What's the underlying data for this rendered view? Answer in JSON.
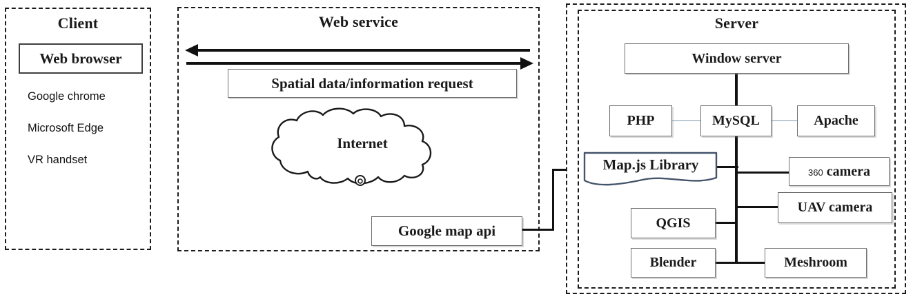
{
  "client": {
    "title": "Client",
    "browser_box": "Web browser",
    "items": [
      "Google chrome",
      "Microsoft Edge",
      "VR handset"
    ]
  },
  "web_service": {
    "title": "Web service",
    "request_box": "Spatial data/information request",
    "cloud_label": "Internet",
    "api_box": "Google map api"
  },
  "server": {
    "title": "Server",
    "window_server": "Window server",
    "php": "PHP",
    "mysql": "MySQL",
    "apache": "Apache",
    "mapjs": "Map.js Library",
    "camera360_prefix": "360",
    "camera360_label": "camera",
    "uav": "UAV camera",
    "qgis": "QGIS",
    "blender": "Blender",
    "meshroom": "Meshroom"
  },
  "colors": {
    "text": "#1a1a1a",
    "panel_border": "#1a1a1a",
    "box_border": "#6e6e6e",
    "mapjs_border": "#44546a",
    "light_link": "#bccad6",
    "connector": "#111111"
  }
}
